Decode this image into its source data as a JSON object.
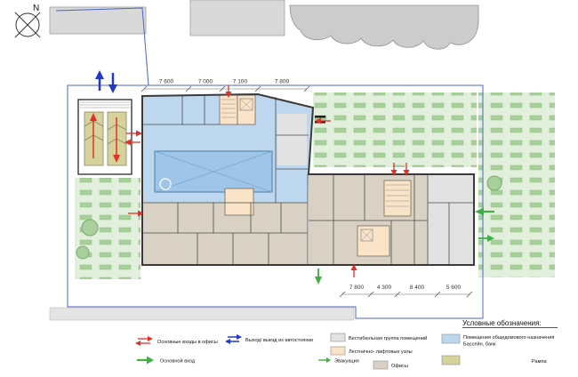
{
  "compass": {
    "north_label": "N"
  },
  "dimensions": {
    "top": [
      "7 600",
      "7 000",
      "7 100",
      "7 800"
    ],
    "bottom": [
      "7 800",
      "4 300",
      "8 400",
      "5 600"
    ]
  },
  "legend": {
    "title": "Условные обозначения:",
    "entries": {
      "office_entrances": "Основные входы в офисы",
      "main_entrance": "Основной вход",
      "parking_exit": "Выход/ выезд из автостоянки",
      "evacuation": "Эвакуация",
      "vestibule": "Вестибюльная группа помещений",
      "stair_lift": "Лестнично- лифтовые узлы",
      "offices": "Офисы",
      "common_line1": "Помещения общедомового назначения",
      "common_line2": "Бассейн, банк",
      "ramp": "Рампа"
    }
  },
  "colors": {
    "red": "#e03127",
    "green": "#3eb044",
    "blue_arrow": "#2438c8",
    "boundary": "#4a66c8",
    "room_pool_hall": "#bdd7ee",
    "pool": "#9fc5e8",
    "stair": "#fbe3c8",
    "office": "#d9d2c4",
    "vestibule": "#e2e2e2",
    "ramp": "#d6d29b",
    "lawn": "#e2efdc",
    "hedge": "#a9cf9c",
    "site_gray": "#d9d9d9"
  }
}
